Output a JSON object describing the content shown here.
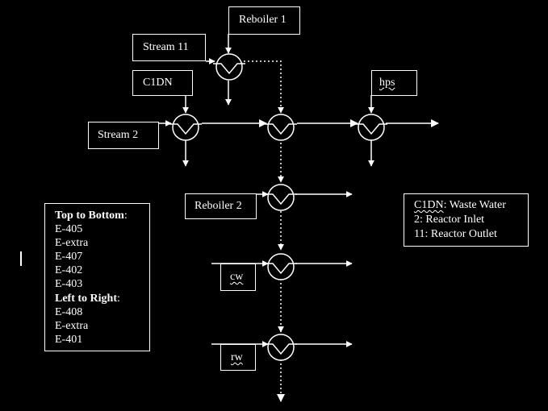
{
  "colors": {
    "background": "#000000",
    "foreground": "#ffffff"
  },
  "stream_boxes": [
    {
      "id": "reboiler1",
      "label": "Reboiler 1",
      "squiggle": false
    },
    {
      "id": "stream11",
      "label": "Stream 11",
      "squiggle": false
    },
    {
      "id": "c1dn",
      "label": "C1DN",
      "squiggle": false
    },
    {
      "id": "hps",
      "label": "hps",
      "squiggle": true
    },
    {
      "id": "stream2",
      "label": "Stream 2",
      "squiggle": false
    },
    {
      "id": "reboiler2",
      "label": "Reboiler 2",
      "squiggle": false
    },
    {
      "id": "cw",
      "label": "cw",
      "squiggle": true
    },
    {
      "id": "rw",
      "label": "rw",
      "squiggle": true
    }
  ],
  "legend": {
    "top_heading": "Top to Bottom",
    "top_suffix": ":",
    "top_items": [
      "E-405",
      "E-extra",
      "E-407",
      "E-402",
      "E-403"
    ],
    "left_heading": "Left to Right",
    "left_suffix": ":",
    "left_items": [
      "E-408",
      "E-extra",
      "E-401"
    ]
  },
  "key": {
    "line1_code": "C1DN",
    "line1_desc": ": Waste Water",
    "line2": "2: Reactor Inlet",
    "line3": "11: Reactor Outlet"
  },
  "exchanger_icon": "heat-exchanger-icon",
  "arrow_icon": "arrowhead-icon"
}
